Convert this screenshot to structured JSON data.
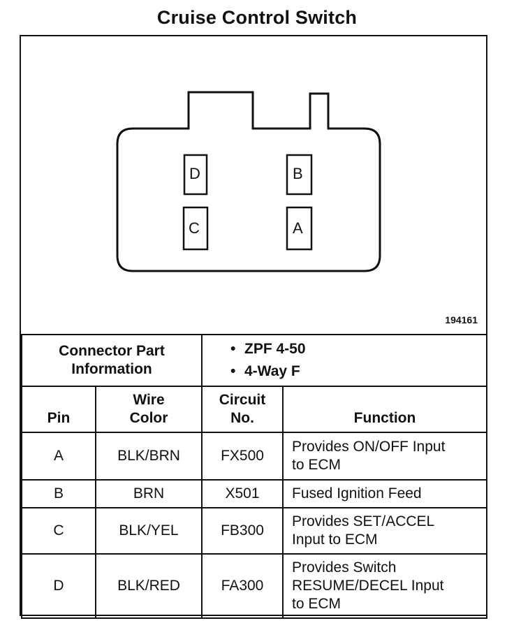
{
  "title": "Cruise Control Switch",
  "figure_id": "194161",
  "connector_pins": [
    "D",
    "B",
    "C",
    "A"
  ],
  "connector_info": {
    "label_line1": "Connector Part",
    "label_line2": "Information",
    "items": [
      "ZPF 4-50",
      "4-Way F"
    ]
  },
  "headers": {
    "pin": "Pin",
    "wire_line1": "Wire",
    "wire_line2": "Color",
    "circuit_line1": "Circuit",
    "circuit_line2": "No.",
    "function": "Function"
  },
  "rows": [
    {
      "pin": "A",
      "wire": "BLK/BRN",
      "circuit": "FX500",
      "function": [
        "Provides ON/OFF Input",
        "to ECM"
      ]
    },
    {
      "pin": "B",
      "wire": "BRN",
      "circuit": "X501",
      "function": [
        "Fused Ignition Feed"
      ]
    },
    {
      "pin": "C",
      "wire": "BLK/YEL",
      "circuit": "FB300",
      "function": [
        "Provides SET/ACCEL",
        "Input to ECM"
      ]
    },
    {
      "pin": "D",
      "wire": "BLK/RED",
      "circuit": "FA300",
      "function": [
        "Provides Switch",
        "RESUME/DECEL Input",
        "to ECM"
      ]
    }
  ]
}
